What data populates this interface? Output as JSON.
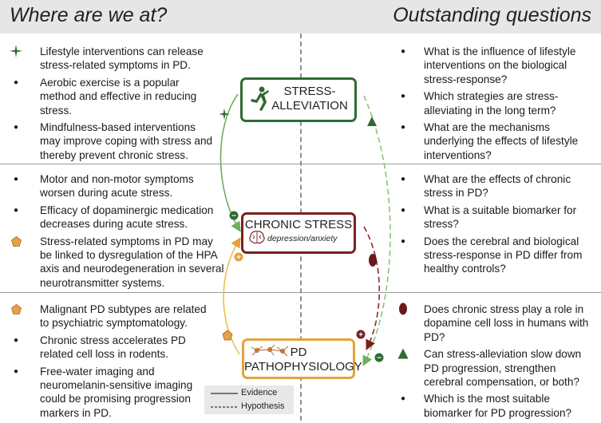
{
  "header": {
    "left_title": "Where are we at?",
    "right_title": "Outstanding questions"
  },
  "left_sections": [
    {
      "items": [
        {
          "marker": "green-star",
          "text": "Lifestyle interventions can release stress-related symptoms in PD."
        },
        {
          "marker": "dot",
          "text": "Aerobic exercise is a popular method and effective in reducing stress."
        },
        {
          "marker": "dot",
          "text": "Mindfulness-based interventions may improve coping with stress and thereby prevent chronic stress."
        }
      ]
    },
    {
      "items": [
        {
          "marker": "dot",
          "text": "Motor and non-motor symptoms worsen during acute stress."
        },
        {
          "marker": "dot",
          "text": "Efficacy of dopaminergic medication decreases during acute stress."
        },
        {
          "marker": "orange-pentagon",
          "text": "Stress-related symptoms in PD may be linked to dysregulation of the HPA axis and neurodegeneration in several neurotransmitter systems."
        }
      ]
    },
    {
      "items": [
        {
          "marker": "orange-pentagon",
          "text": "Malignant PD subtypes are related to psychiatric symptomatology."
        },
        {
          "marker": "dot",
          "text": "Chronic stress accelerates PD related cell loss in rodents."
        },
        {
          "marker": "dot",
          "text": "Free-water imaging and neuromelanin-sensitive imaging could be promising progression markers in PD."
        }
      ]
    }
  ],
  "right_sections": [
    {
      "items": [
        {
          "marker": "dot",
          "text": "What is the influence of lifestyle interventions on the biological stress-response?"
        },
        {
          "marker": "dot",
          "text": "Which strategies are stress-alleviating in the long term?"
        },
        {
          "marker": "dot",
          "text": "What are the mechanisms underlying the effects of lifestyle interventions?"
        }
      ]
    },
    {
      "items": [
        {
          "marker": "dot",
          "text": "What are the effects of chronic stress in PD?"
        },
        {
          "marker": "dot",
          "text": "What is a suitable biomarker for stress?"
        },
        {
          "marker": "dot",
          "text": "Does the cerebral and biological stress-response in PD differ from healthy controls?"
        }
      ]
    },
    {
      "items": [
        {
          "marker": "red-ellipse",
          "text": "Does chronic stress play a role in dopamine cell loss in humans with PD?"
        },
        {
          "marker": "green-triangle",
          "text": "Can stress-alleviation slow down PD progression, strengthen cerebral compensation, or both?"
        },
        {
          "marker": "dot",
          "text": "Which is the most suitable biomarker for PD progression?"
        }
      ]
    }
  ],
  "boxes": {
    "stress": {
      "label": "STRESS-\nALLEVIATION",
      "icon": "exercise-figure-icon"
    },
    "chronic": {
      "label": "CHRONIC STRESS",
      "sublabel": "depression/anxiety",
      "icon": "brain-icon"
    },
    "pd": {
      "label": "PD\nPATHOPHYSIOLOGY",
      "icon": "neurons-icon"
    }
  },
  "signs": {
    "minus": "−",
    "plus": "+"
  },
  "legend": {
    "evidence": "Evidence",
    "hypothesis": "Hypothesis"
  },
  "colors": {
    "green": "#2f6b32",
    "light_green": "#6fae5b",
    "dark_red": "#7a2020",
    "orange": "#e3a33a",
    "pentagon": "#e4a04a",
    "grey": "#8f8f8f"
  }
}
